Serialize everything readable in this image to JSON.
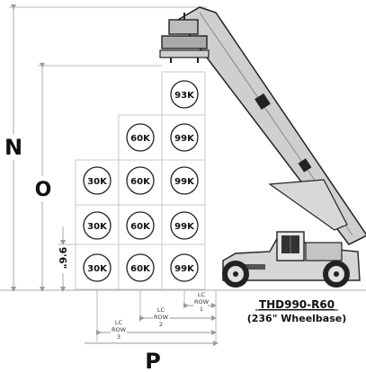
{
  "dimensions": {
    "n": "N",
    "o": "O",
    "p": "P",
    "height_label": "9'6\""
  },
  "container_stacks": [
    {
      "row": "row-3",
      "containers": [
        "30K",
        "30K",
        "30K"
      ]
    },
    {
      "row": "row-2",
      "containers": [
        "60K",
        "60K",
        "60K",
        "60K"
      ]
    },
    {
      "row": "row-1",
      "containers": [
        "99K",
        "99K",
        "99K",
        "99K",
        "93K"
      ]
    }
  ],
  "rows": [
    {
      "line1": "LC",
      "line2": "ROW",
      "line3": "1"
    },
    {
      "line1": "LC",
      "line2": "ROW",
      "line3": "2"
    },
    {
      "line1": "LC",
      "line2": "ROW",
      "line3": "3"
    }
  ],
  "machine": {
    "model": "THD990-R60",
    "wheelbase": "(236\" Wheelbase)"
  },
  "colors": {
    "line": "#aaaaaa",
    "container_stroke": "#c9c9c9",
    "machine_gray": "#c8c8c8",
    "machine_dark": "#222222"
  }
}
